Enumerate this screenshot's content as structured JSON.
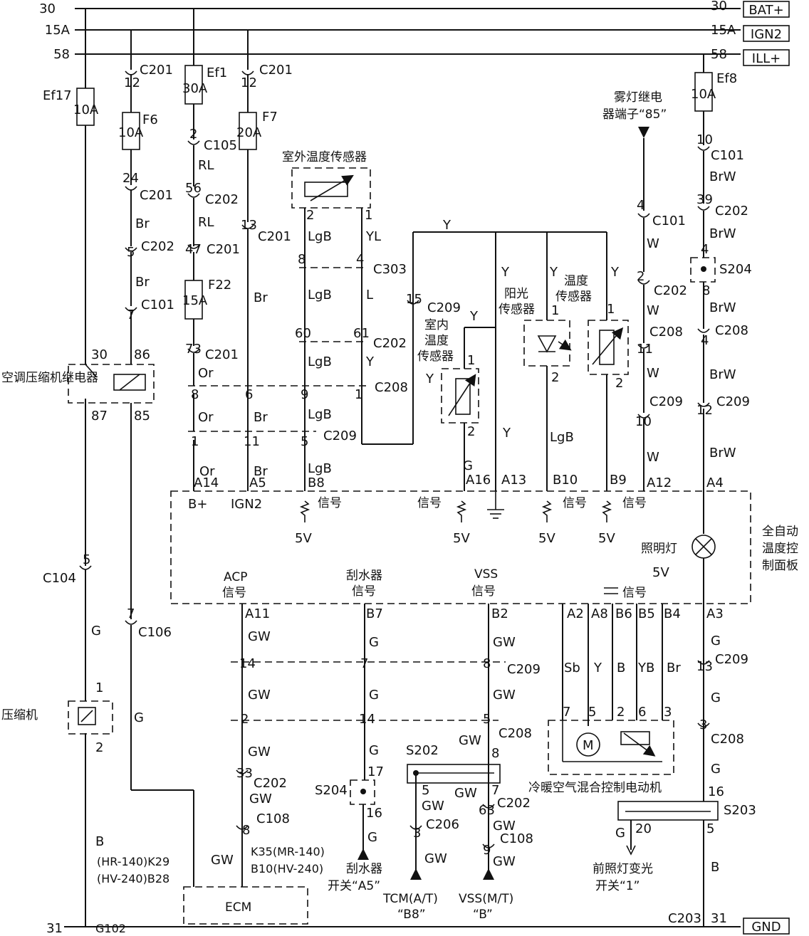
{
  "rails": [
    {
      "left": "30",
      "right": "30",
      "tag": "BAT+"
    },
    {
      "left": "15A",
      "right": "15A",
      "tag": "IGN2"
    },
    {
      "left": "58",
      "right": "58",
      "tag": "ILL+"
    },
    {
      "left": "31",
      "tag": "GND"
    }
  ],
  "fuses": [
    {
      "name": "Ef17",
      "rating": "10A"
    },
    {
      "name": "F6",
      "rating": "10A"
    },
    {
      "name": "Ef1",
      "rating": "30A"
    },
    {
      "name": "F22",
      "rating": "15A"
    },
    {
      "name": "F7",
      "rating": "20A"
    },
    {
      "name": "Ef8",
      "rating": "10A"
    }
  ],
  "components": {
    "ac_relay": "空调压缩机继电器",
    "compressor": "压缩机",
    "outdoor_sensor": "室外温度传感器",
    "indoor_sensor": "室内温度传感器",
    "sun_sensor": "阳光传感器",
    "temp_sensor": "温度传感器",
    "fog_relay": "雾灯继电器端子“85”",
    "panel": "全自动温度控制面板",
    "lamp": "照明灯",
    "mix_motor": "冷暖空气混合控制电动机",
    "ecm": "ECM",
    "wiper_sw": "刮水器开关“A5”",
    "tcm": "TCM(A/T)“B8”",
    "vss": "VSS(M/T)“B”",
    "headlamp_sw": "前照灯变光开关“1”"
  },
  "panel_pins_top": [
    "B+",
    "IGN2",
    "信号",
    "信号",
    "信号",
    "信号"
  ],
  "panel_pins_bottom": [
    "ACP信号",
    "刮水器信号",
    "VSS信号",
    "信号"
  ],
  "supply": "5V",
  "connectors": [
    "C201",
    "C202",
    "C101",
    "C105",
    "C104",
    "C106",
    "C108",
    "C206",
    "C208",
    "C209",
    "C303",
    "C203",
    "S202",
    "S203",
    "S204",
    "G102"
  ],
  "wire_colors": [
    "Br",
    "RL",
    "Or",
    "LgB",
    "YL",
    "L",
    "Y",
    "G",
    "W",
    "BrW",
    "GW",
    "Sb",
    "YB",
    "B"
  ],
  "ecm_pins": [
    "(HR-140)K29",
    "(HV-240)B28",
    "K35(MR-140)",
    "B10(HV-240)"
  ]
}
